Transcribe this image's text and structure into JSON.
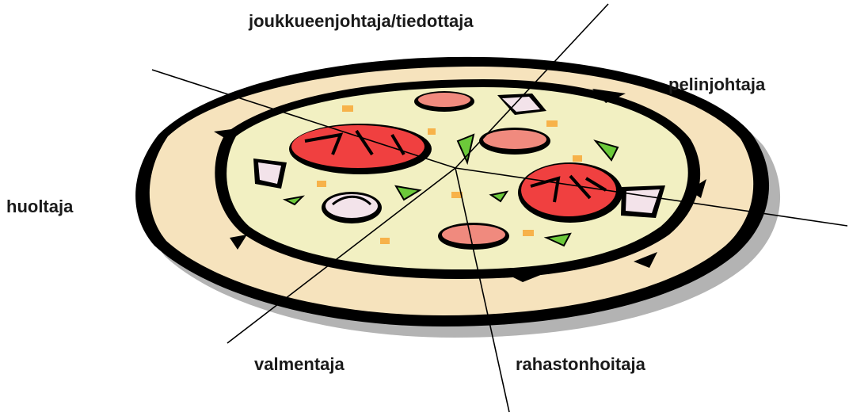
{
  "roles": {
    "top": "joukkueenjohtaja/tiedottaja",
    "right": "pelinjohtaja",
    "left": "huoltaja",
    "bottom_left": "valmentaja",
    "bottom_right": "rahastonhoitaja"
  },
  "colors": {
    "crust_outline": "#000000",
    "crust": "#f6e3bd",
    "cheese": "#f2f0c2",
    "shadow": "#b3b3b3",
    "tomato": "#f04040",
    "salami": "#f08a7e",
    "mushroom": "#f3e3ea",
    "pepper": "#6cc93a",
    "orange_bits": "#f7b24a",
    "lines": "#000000"
  }
}
